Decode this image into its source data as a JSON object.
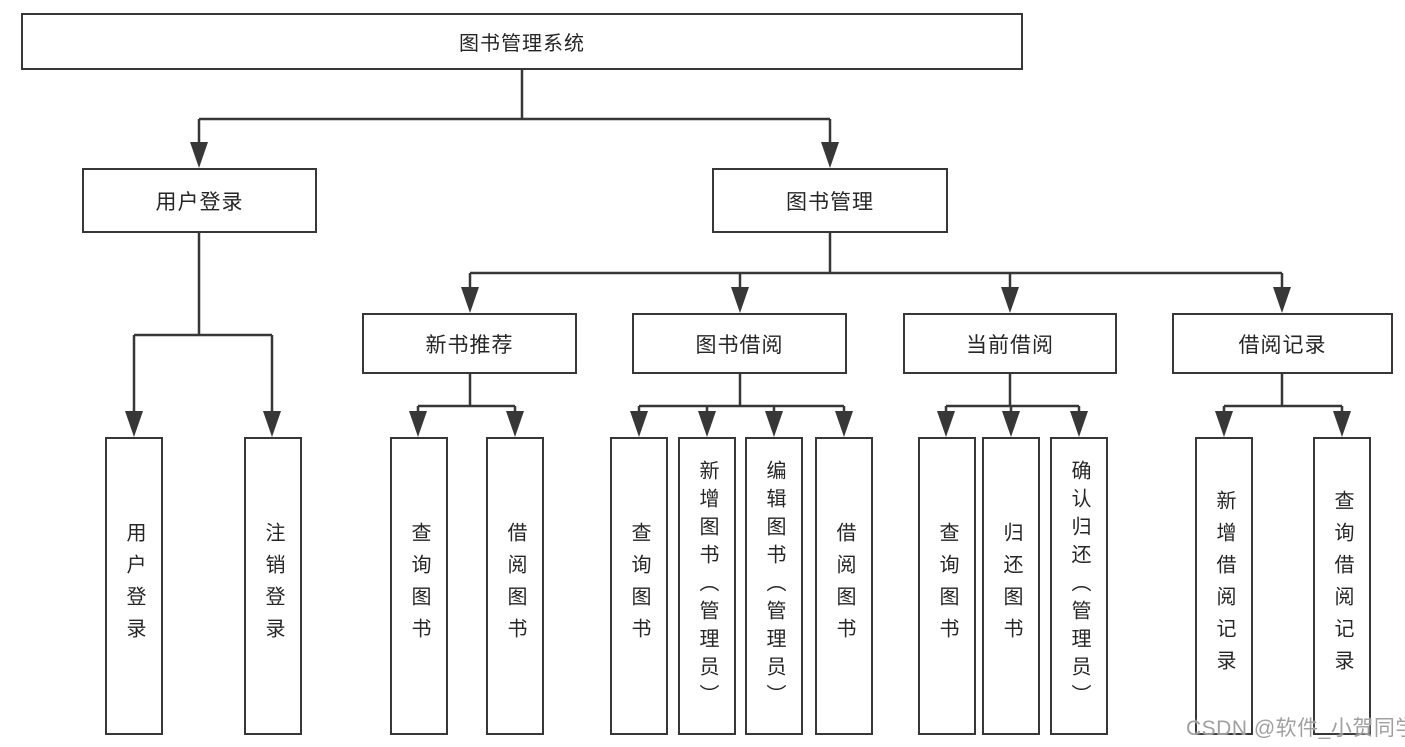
{
  "tree": {
    "label": "图书管理系统",
    "children": [
      {
        "label": "用户登录",
        "children": [
          {
            "label": "用户登录"
          },
          {
            "label": "注销登录"
          }
        ]
      },
      {
        "label": "图书管理",
        "children": [
          {
            "label": "新书推荐",
            "children": [
              {
                "label": "查询图书"
              },
              {
                "label": "借阅图书"
              }
            ]
          },
          {
            "label": "图书借阅",
            "children": [
              {
                "label": "查询图书"
              },
              {
                "label": "新增图书（管理员）"
              },
              {
                "label": "编辑图书（管理员）"
              },
              {
                "label": "借阅图书"
              }
            ]
          },
          {
            "label": "当前借阅",
            "children": [
              {
                "label": "查询图书"
              },
              {
                "label": "归还图书"
              },
              {
                "label": "确认归还（管理员）"
              }
            ]
          },
          {
            "label": "借阅记录",
            "children": [
              {
                "label": "新增借阅记录"
              },
              {
                "label": "查询借阅记录"
              }
            ]
          }
        ]
      }
    ]
  },
  "watermark": "CSDN @软件_小贺同学",
  "colors": {
    "line": "#373737",
    "text": "#262626",
    "watermark": "#a0a0a0",
    "background": "#ffffff"
  }
}
